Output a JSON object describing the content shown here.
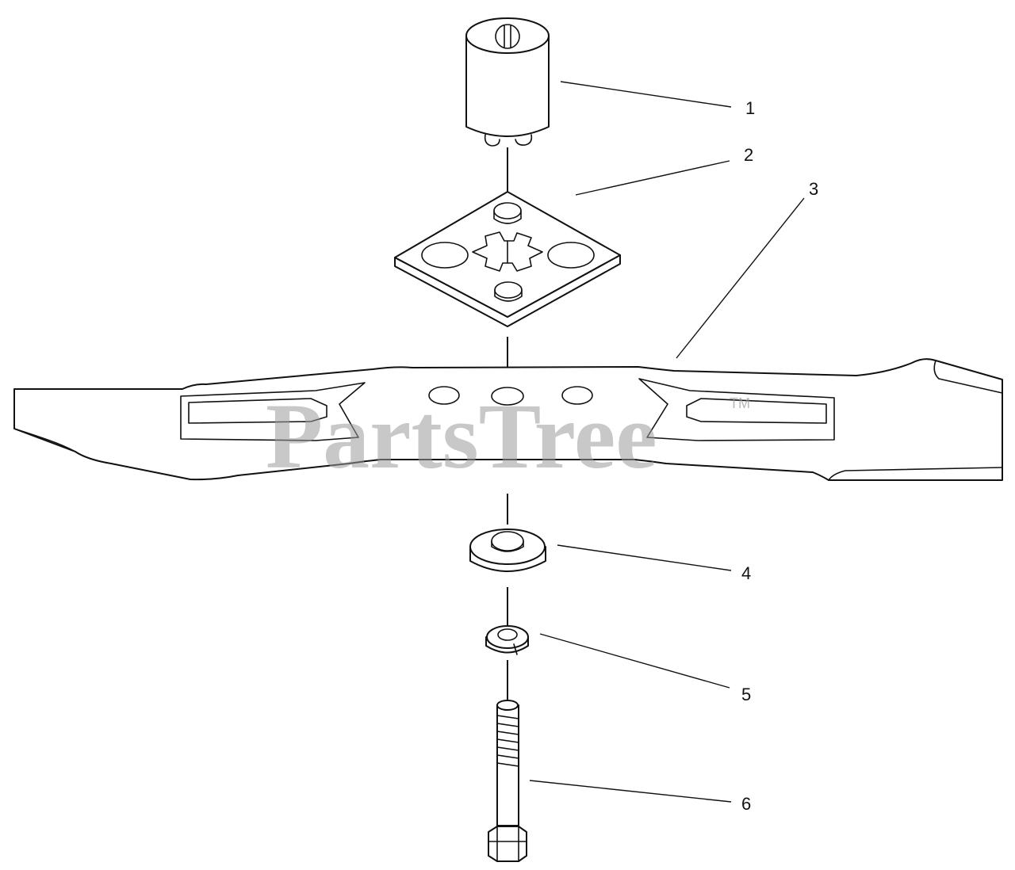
{
  "diagram": {
    "parts": [
      {
        "number": "1",
        "name": "adapter"
      },
      {
        "number": "2",
        "name": "blade-plate"
      },
      {
        "number": "3",
        "name": "blade"
      },
      {
        "number": "4",
        "name": "washer-flat"
      },
      {
        "number": "5",
        "name": "washer-lock"
      },
      {
        "number": "6",
        "name": "bolt"
      }
    ]
  },
  "watermark": {
    "text": "PartsTree",
    "mark": "TM"
  }
}
